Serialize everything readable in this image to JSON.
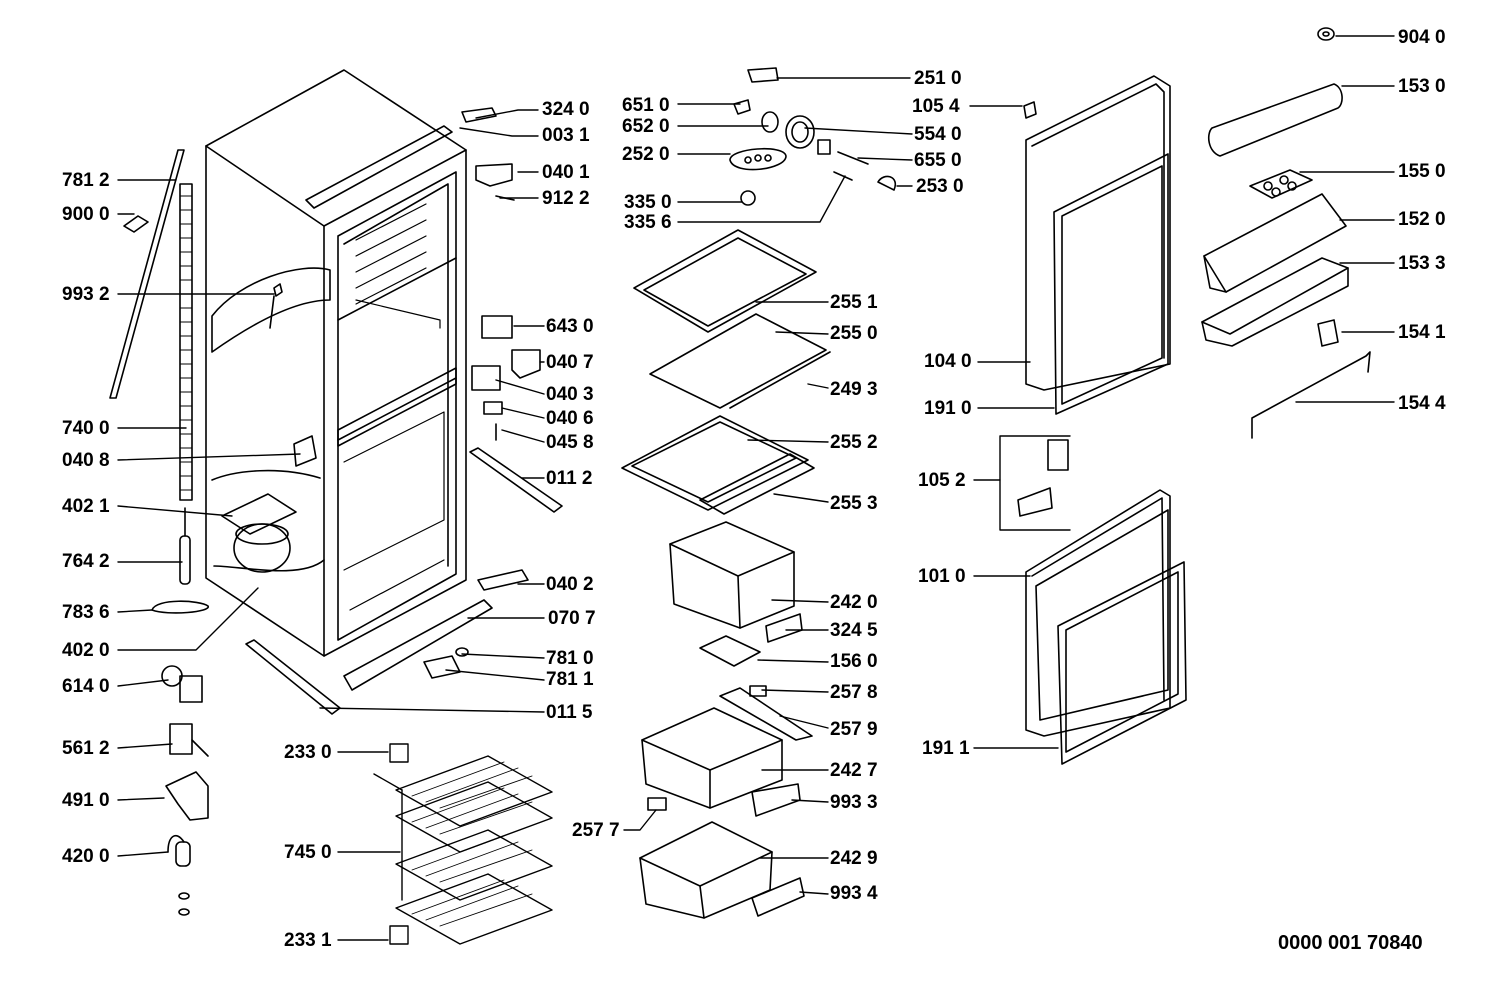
{
  "document_number": "0000 001 70840",
  "callouts": [
    {
      "id": "c9040",
      "text": "904 0"
    },
    {
      "id": "c1530",
      "text": "153 0"
    },
    {
      "id": "c1550",
      "text": "155 0"
    },
    {
      "id": "c1520",
      "text": "152 0"
    },
    {
      "id": "c1533",
      "text": "153 3"
    },
    {
      "id": "c1541",
      "text": "154 1"
    },
    {
      "id": "c1544",
      "text": "154 4"
    },
    {
      "id": "c2510",
      "text": "251 0"
    },
    {
      "id": "c1054",
      "text": "105 4"
    },
    {
      "id": "c5540",
      "text": "554 0"
    },
    {
      "id": "c6550",
      "text": "655 0"
    },
    {
      "id": "c2530",
      "text": "253 0"
    },
    {
      "id": "c6510",
      "text": "651 0"
    },
    {
      "id": "c6520",
      "text": "652 0"
    },
    {
      "id": "c2520",
      "text": "252 0"
    },
    {
      "id": "c3350",
      "text": "335 0"
    },
    {
      "id": "c3356",
      "text": "335 6"
    },
    {
      "id": "c3240",
      "text": "324 0"
    },
    {
      "id": "c0031",
      "text": "003 1"
    },
    {
      "id": "c0401",
      "text": "040 1"
    },
    {
      "id": "c9122",
      "text": "912 2"
    },
    {
      "id": "c7812",
      "text": "781 2"
    },
    {
      "id": "c9000",
      "text": "900 0"
    },
    {
      "id": "c9932",
      "text": "993 2"
    },
    {
      "id": "c6430",
      "text": "643 0"
    },
    {
      "id": "c0407",
      "text": "040 7"
    },
    {
      "id": "c0403",
      "text": "040 3"
    },
    {
      "id": "c0406",
      "text": "040 6"
    },
    {
      "id": "c0458",
      "text": "045 8"
    },
    {
      "id": "c0112",
      "text": "011 2"
    },
    {
      "id": "c7400",
      "text": "740 0"
    },
    {
      "id": "c0408",
      "text": "040 8"
    },
    {
      "id": "c4021",
      "text": "402 1"
    },
    {
      "id": "c7642",
      "text": "764 2"
    },
    {
      "id": "c7836",
      "text": "783 6"
    },
    {
      "id": "c4020",
      "text": "402 0"
    },
    {
      "id": "c6140",
      "text": "614 0"
    },
    {
      "id": "c5612",
      "text": "561 2"
    },
    {
      "id": "c4910",
      "text": "491 0"
    },
    {
      "id": "c4200",
      "text": "420 0"
    },
    {
      "id": "c0402",
      "text": "040 2"
    },
    {
      "id": "c0707",
      "text": "070 7"
    },
    {
      "id": "c7810",
      "text": "781 0"
    },
    {
      "id": "c7811",
      "text": "781 1"
    },
    {
      "id": "c0115",
      "text": "011 5"
    },
    {
      "id": "c2330",
      "text": "233 0"
    },
    {
      "id": "c7450",
      "text": "745 0"
    },
    {
      "id": "c2331",
      "text": "233 1"
    },
    {
      "id": "c2551",
      "text": "255 1"
    },
    {
      "id": "c2550",
      "text": "255 0"
    },
    {
      "id": "c2493",
      "text": "249 3"
    },
    {
      "id": "c2552",
      "text": "255 2"
    },
    {
      "id": "c2553",
      "text": "255 3"
    },
    {
      "id": "c2420",
      "text": "242 0"
    },
    {
      "id": "c3245",
      "text": "324 5"
    },
    {
      "id": "c1560",
      "text": "156 0"
    },
    {
      "id": "c2578",
      "text": "257 8"
    },
    {
      "id": "c2579",
      "text": "257 9"
    },
    {
      "id": "c2427",
      "text": "242 7"
    },
    {
      "id": "c9933",
      "text": "993 3"
    },
    {
      "id": "c2577",
      "text": "257 7"
    },
    {
      "id": "c2429",
      "text": "242 9"
    },
    {
      "id": "c9934",
      "text": "993 4"
    },
    {
      "id": "c1040",
      "text": "104 0"
    },
    {
      "id": "c1910",
      "text": "191 0"
    },
    {
      "id": "c1052",
      "text": "105 2"
    },
    {
      "id": "c1010",
      "text": "101 0"
    },
    {
      "id": "c1911",
      "text": "191 1"
    }
  ]
}
